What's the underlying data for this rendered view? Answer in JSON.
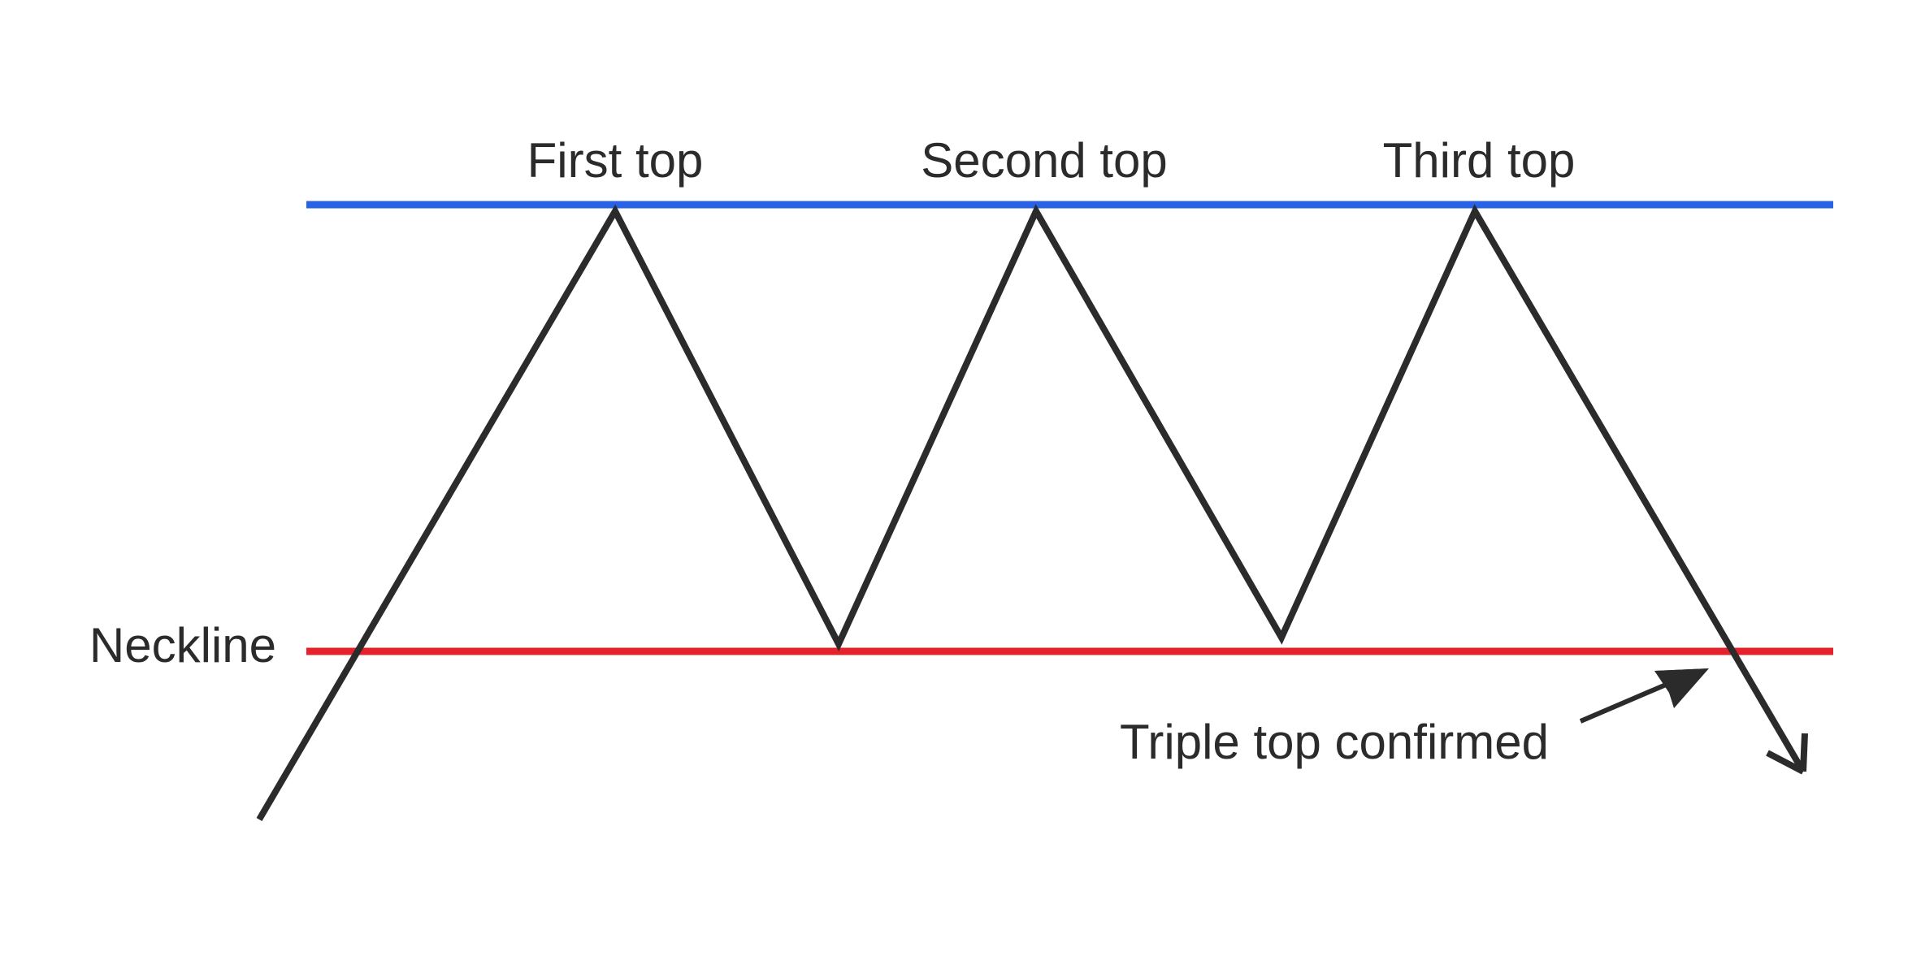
{
  "diagram": {
    "labels": {
      "first_top": "First top",
      "second_top": "Second top",
      "third_top": "Third top",
      "neckline": "Neckline",
      "confirmation": "Triple top confirmed"
    },
    "colors": {
      "background": "#ffffff",
      "resistance_line": "#2962e3",
      "neckline": "#e3222b",
      "price_path": "#2b2b2b",
      "text": "#2b2b2b"
    },
    "icons": {
      "price_arrowhead": "arrowhead-down-right",
      "confirmation_arrow": "arrow-up-right"
    }
  }
}
